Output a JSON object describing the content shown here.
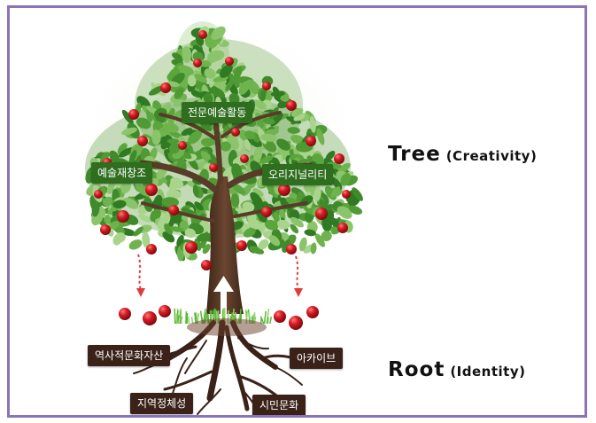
{
  "tree": {
    "branch_labels": {
      "top": "전문예술활동",
      "left": "예술재창조",
      "right": "오리지널리티"
    },
    "root_labels": {
      "left_upper": "역사적문화자산",
      "right_upper": "아카이브",
      "left_lower": "지역정체성",
      "right_lower": "시민문화"
    }
  },
  "side_labels": {
    "tree_main": "Tree",
    "tree_sub": "(Creativity)",
    "root_main": "Root",
    "root_sub": "(Identity)"
  },
  "colors": {
    "frame_border": "#8a74b6",
    "leaf_green": "#3f8a2a",
    "apple_red": "#c8141c",
    "trunk_brown": "#5a3a28",
    "root_label_bg": "#3b2219",
    "branch_label_bg": "#2f6e1f"
  }
}
